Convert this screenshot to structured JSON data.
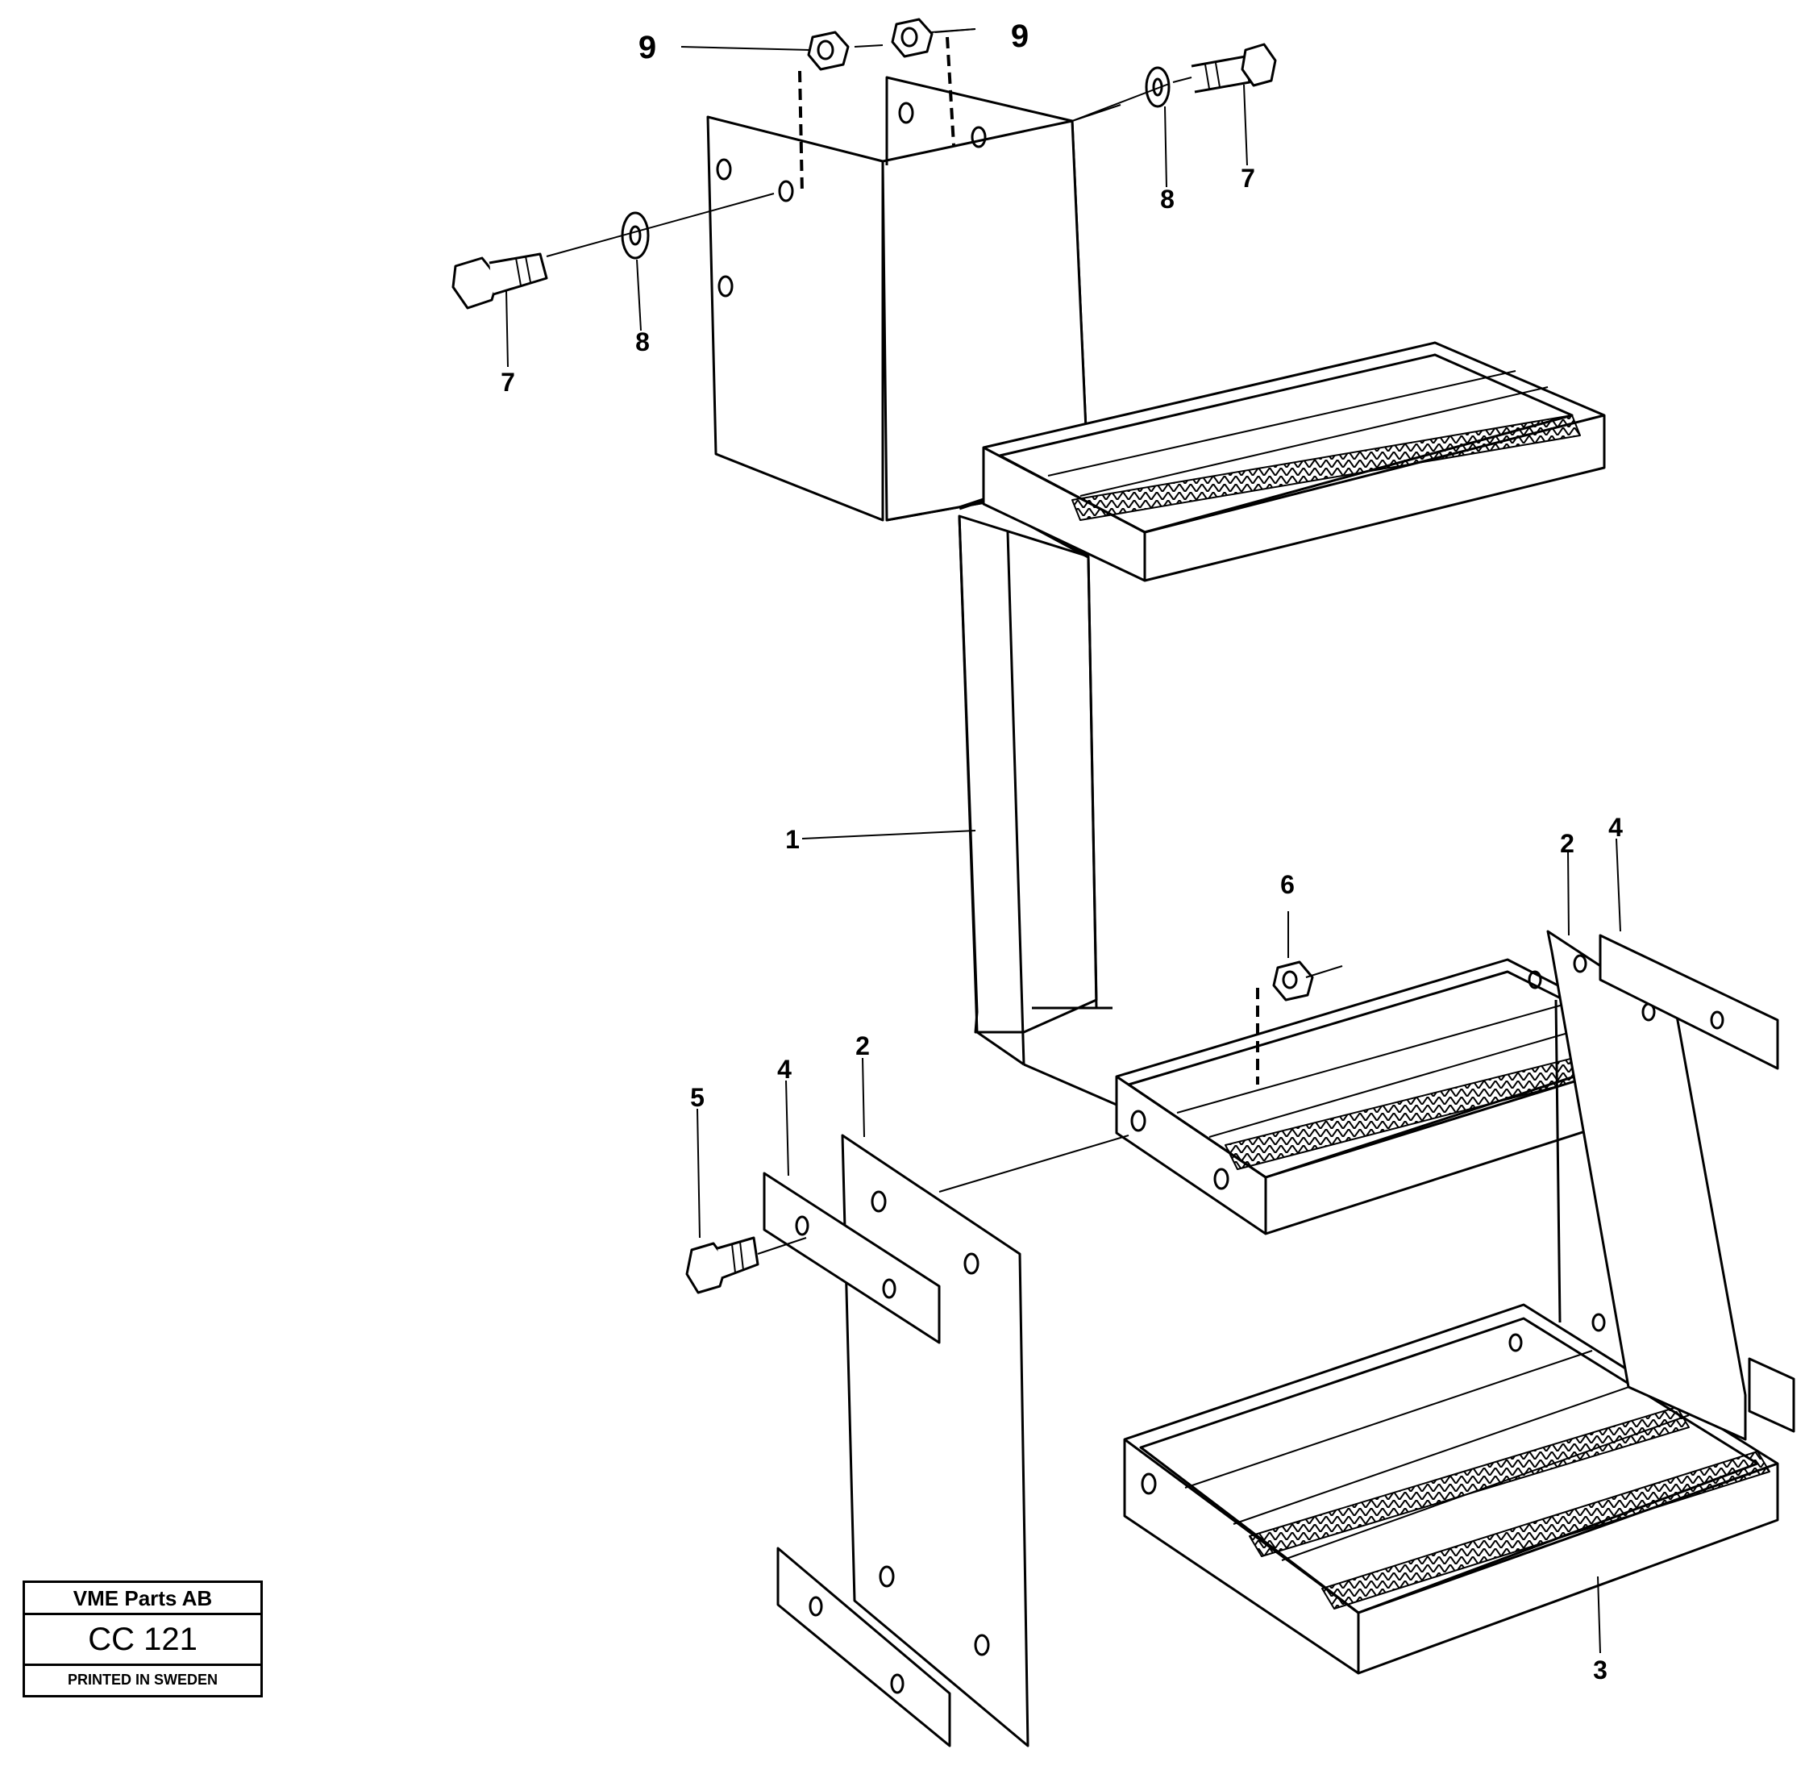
{
  "callouts": {
    "nut_top_left": "9",
    "nut_top_right": "9",
    "bolt_left": "7",
    "washer_left": "8",
    "washer_right": "8",
    "bolt_right": "7",
    "bracket": "1",
    "nut_middle": "6",
    "plate_right": "2",
    "strip_right": "4",
    "bolt_lower": "5",
    "strip_left": "4",
    "plate_left": "2",
    "step_bottom": "3"
  },
  "titleblock": {
    "company": "VME Parts AB",
    "code": "CC 121",
    "printed": "PRINTED IN SWEDEN"
  }
}
